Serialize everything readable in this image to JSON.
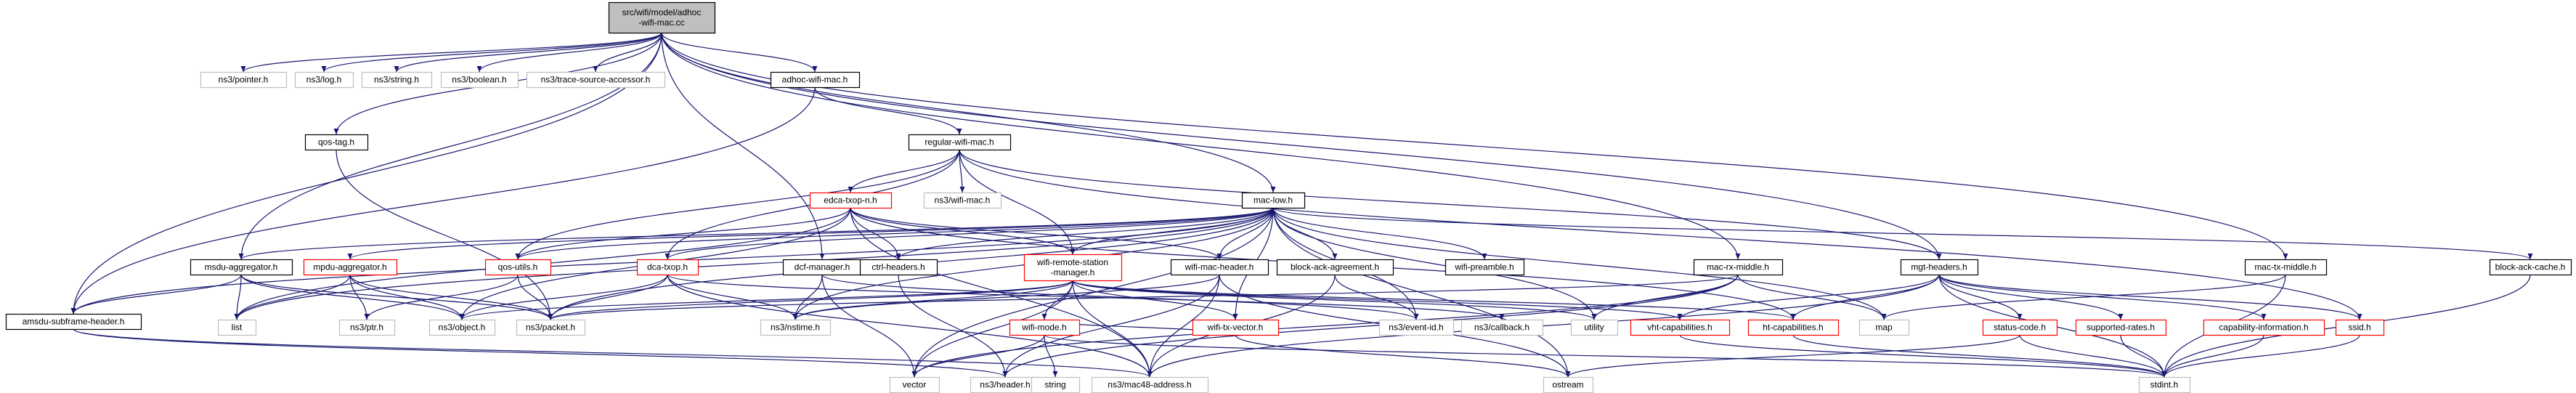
{
  "colors": {
    "edge": "#191970",
    "root_fill": "#bfbfbf",
    "root_border": "#000000",
    "plain_border": "#bfbfbf",
    "local_border": "#000000",
    "red_border": "#ff0000",
    "node_fill": "#ffffff"
  },
  "nodes": [
    {
      "id": "root",
      "lines": [
        "src/wifi/model/adhoc",
        "-wifi-mac.cc"
      ],
      "style": "root"
    },
    {
      "id": "pointer",
      "lines": [
        "ns3/pointer.h"
      ],
      "style": "plain"
    },
    {
      "id": "log",
      "lines": [
        "ns3/log.h"
      ],
      "style": "plain"
    },
    {
      "id": "string",
      "lines": [
        "ns3/string.h"
      ],
      "style": "plain"
    },
    {
      "id": "boolean",
      "lines": [
        "ns3/boolean.h"
      ],
      "style": "plain"
    },
    {
      "id": "tsa",
      "lines": [
        "ns3/trace-source-accessor.h"
      ],
      "style": "plain"
    },
    {
      "id": "adhoc",
      "lines": [
        "adhoc-wifi-mac.h"
      ],
      "style": "local"
    },
    {
      "id": "qostag",
      "lines": [
        "qos-tag.h"
      ],
      "style": "local"
    },
    {
      "id": "regular",
      "lines": [
        "regular-wifi-mac.h"
      ],
      "style": "local"
    },
    {
      "id": "edca",
      "lines": [
        "edca-txop-n.h"
      ],
      "style": "red"
    },
    {
      "id": "wifimac",
      "lines": [
        "ns3/wifi-mac.h"
      ],
      "style": "plain"
    },
    {
      "id": "maclow",
      "lines": [
        "mac-low.h"
      ],
      "style": "local"
    },
    {
      "id": "msdu",
      "lines": [
        "msdu-aggregator.h"
      ],
      "style": "local"
    },
    {
      "id": "mpdu",
      "lines": [
        "mpdu-aggregator.h"
      ],
      "style": "red"
    },
    {
      "id": "qosutils",
      "lines": [
        "qos-utils.h"
      ],
      "style": "red"
    },
    {
      "id": "dcatxop",
      "lines": [
        "dca-txop.h"
      ],
      "style": "red"
    },
    {
      "id": "dcf",
      "lines": [
        "dcf-manager.h"
      ],
      "style": "local"
    },
    {
      "id": "ctrl",
      "lines": [
        "ctrl-headers.h"
      ],
      "style": "local"
    },
    {
      "id": "wrsm",
      "lines": [
        "wifi-remote-station",
        "-manager.h"
      ],
      "style": "red"
    },
    {
      "id": "wmh",
      "lines": [
        "wifi-mac-header.h"
      ],
      "style": "local"
    },
    {
      "id": "baa",
      "lines": [
        "block-ack-agreement.h"
      ],
      "style": "local"
    },
    {
      "id": "preamble",
      "lines": [
        "wifi-preamble.h"
      ],
      "style": "local"
    },
    {
      "id": "rxmiddle",
      "lines": [
        "mac-rx-middle.h"
      ],
      "style": "local"
    },
    {
      "id": "mgt",
      "lines": [
        "mgt-headers.h"
      ],
      "style": "local"
    },
    {
      "id": "txmiddle",
      "lines": [
        "mac-tx-middle.h"
      ],
      "style": "local"
    },
    {
      "id": "bacache",
      "lines": [
        "block-ack-cache.h"
      ],
      "style": "local"
    },
    {
      "id": "amsdu",
      "lines": [
        "amsdu-subframe-header.h"
      ],
      "style": "local"
    },
    {
      "id": "list",
      "lines": [
        "list"
      ],
      "style": "plain"
    },
    {
      "id": "ptr",
      "lines": [
        "ns3/ptr.h"
      ],
      "style": "plain"
    },
    {
      "id": "object",
      "lines": [
        "ns3/object.h"
      ],
      "style": "plain"
    },
    {
      "id": "packet",
      "lines": [
        "ns3/packet.h"
      ],
      "style": "plain"
    },
    {
      "id": "nstime",
      "lines": [
        "ns3/nstime.h"
      ],
      "style": "plain"
    },
    {
      "id": "wifimode",
      "lines": [
        "wifi-mode.h"
      ],
      "style": "red"
    },
    {
      "id": "wtv",
      "lines": [
        "wifi-tx-vector.h"
      ],
      "style": "red"
    },
    {
      "id": "eventid",
      "lines": [
        "ns3/event-id.h"
      ],
      "style": "plain"
    },
    {
      "id": "callback",
      "lines": [
        "ns3/callback.h"
      ],
      "style": "plain"
    },
    {
      "id": "utility",
      "lines": [
        "utility"
      ],
      "style": "plain"
    },
    {
      "id": "vht",
      "lines": [
        "vht-capabilities.h"
      ],
      "style": "red"
    },
    {
      "id": "ht",
      "lines": [
        "ht-capabilities.h"
      ],
      "style": "red"
    },
    {
      "id": "map",
      "lines": [
        "map"
      ],
      "style": "plain"
    },
    {
      "id": "status",
      "lines": [
        "status-code.h"
      ],
      "style": "red"
    },
    {
      "id": "rates",
      "lines": [
        "supported-rates.h"
      ],
      "style": "red"
    },
    {
      "id": "capinfo",
      "lines": [
        "capability-information.h"
      ],
      "style": "red"
    },
    {
      "id": "ssid",
      "lines": [
        "ssid.h"
      ],
      "style": "red"
    },
    {
      "id": "vector",
      "lines": [
        "vector"
      ],
      "style": "plain"
    },
    {
      "id": "header",
      "lines": [
        "ns3/header.h"
      ],
      "style": "plain"
    },
    {
      "id": "strg",
      "lines": [
        "string"
      ],
      "style": "plain"
    },
    {
      "id": "mac48",
      "lines": [
        "ns3/mac48-address.h"
      ],
      "style": "plain"
    },
    {
      "id": "ostream",
      "lines": [
        "ostream"
      ],
      "style": "plain"
    },
    {
      "id": "stdint",
      "lines": [
        "stdint.h"
      ],
      "style": "plain"
    }
  ],
  "edges": [
    [
      "root",
      "pointer"
    ],
    [
      "root",
      "log"
    ],
    [
      "root",
      "string"
    ],
    [
      "root",
      "boolean"
    ],
    [
      "root",
      "tsa"
    ],
    [
      "root",
      "adhoc"
    ],
    [
      "root",
      "qostag"
    ],
    [
      "root",
      "msdu"
    ],
    [
      "root",
      "dcf"
    ],
    [
      "root",
      "maclow"
    ],
    [
      "root",
      "mgt"
    ],
    [
      "root",
      "txmiddle"
    ],
    [
      "root",
      "amsdu"
    ],
    [
      "root",
      "rxmiddle"
    ],
    [
      "adhoc",
      "regular"
    ],
    [
      "adhoc",
      "amsdu"
    ],
    [
      "qostag",
      "packet"
    ],
    [
      "regular",
      "edca"
    ],
    [
      "regular",
      "wifimac"
    ],
    [
      "regular",
      "wrsm"
    ],
    [
      "regular",
      "qosutils"
    ],
    [
      "regular",
      "mgt"
    ],
    [
      "regular",
      "ssid"
    ],
    [
      "regular",
      "dcatxop"
    ],
    [
      "edca",
      "ctrl"
    ],
    [
      "edca",
      "wmh"
    ],
    [
      "edca",
      "qosutils"
    ],
    [
      "edca",
      "object"
    ],
    [
      "edca",
      "list"
    ],
    [
      "edca",
      "mac48"
    ],
    [
      "edca",
      "wrsm"
    ],
    [
      "edca",
      "ht"
    ],
    [
      "maclow",
      "msdu"
    ],
    [
      "maclow",
      "mpdu"
    ],
    [
      "maclow",
      "qosutils"
    ],
    [
      "maclow",
      "ctrl"
    ],
    [
      "maclow",
      "wrsm"
    ],
    [
      "maclow",
      "wmh"
    ],
    [
      "maclow",
      "baa"
    ],
    [
      "maclow",
      "preamble"
    ],
    [
      "maclow",
      "bacache"
    ],
    [
      "maclow",
      "dcatxop"
    ],
    [
      "maclow",
      "eventid"
    ],
    [
      "maclow",
      "map"
    ],
    [
      "maclow",
      "nstime"
    ],
    [
      "maclow",
      "packet"
    ],
    [
      "maclow",
      "vector"
    ],
    [
      "maclow",
      "wtv"
    ],
    [
      "maclow",
      "ostream"
    ],
    [
      "maclow",
      "list"
    ],
    [
      "maclow",
      "utility"
    ],
    [
      "maclow",
      "amsdu"
    ],
    [
      "msdu",
      "amsdu"
    ],
    [
      "msdu",
      "list"
    ],
    [
      "msdu",
      "packet"
    ],
    [
      "msdu",
      "object"
    ],
    [
      "mpdu",
      "list"
    ],
    [
      "mpdu",
      "ptr"
    ],
    [
      "mpdu",
      "object"
    ],
    [
      "mpdu",
      "packet"
    ],
    [
      "qosutils",
      "ptr"
    ],
    [
      "qosutils",
      "packet"
    ],
    [
      "dcatxop",
      "object"
    ],
    [
      "dcatxop",
      "packet"
    ],
    [
      "dcatxop",
      "nstime"
    ],
    [
      "dcatxop",
      "callback"
    ],
    [
      "dcatxop",
      "mac48"
    ],
    [
      "dcf",
      "vector"
    ],
    [
      "dcf",
      "nstime"
    ],
    [
      "dcf",
      "eventid"
    ],
    [
      "ctrl",
      "header"
    ],
    [
      "wrsm",
      "vector"
    ],
    [
      "wrsm",
      "nstime"
    ],
    [
      "wrsm",
      "wifimode"
    ],
    [
      "wrsm",
      "wtv"
    ],
    [
      "wrsm",
      "mac48"
    ],
    [
      "wrsm",
      "object"
    ],
    [
      "wrsm",
      "packet"
    ],
    [
      "wrsm",
      "vht"
    ],
    [
      "wrsm",
      "ht"
    ],
    [
      "wrsm",
      "utility"
    ],
    [
      "wmh",
      "header"
    ],
    [
      "wmh",
      "mac48"
    ],
    [
      "wmh",
      "nstime"
    ],
    [
      "wmh",
      "ostream"
    ],
    [
      "baa",
      "mac48"
    ],
    [
      "baa",
      "eventid"
    ],
    [
      "rxmiddle",
      "map"
    ],
    [
      "rxmiddle",
      "utility"
    ],
    [
      "rxmiddle",
      "vector"
    ],
    [
      "rxmiddle",
      "packet"
    ],
    [
      "rxmiddle",
      "header"
    ],
    [
      "mgt",
      "vht"
    ],
    [
      "mgt",
      "ht"
    ],
    [
      "mgt",
      "status"
    ],
    [
      "mgt",
      "rates"
    ],
    [
      "mgt",
      "capinfo"
    ],
    [
      "mgt",
      "ssid"
    ],
    [
      "mgt",
      "mac48"
    ],
    [
      "mgt",
      "stdint"
    ],
    [
      "txmiddle",
      "map"
    ],
    [
      "txmiddle",
      "stdint"
    ],
    [
      "bacache",
      "stdint"
    ],
    [
      "amsdu",
      "header"
    ],
    [
      "amsdu",
      "mac48"
    ],
    [
      "wifimode",
      "vector"
    ],
    [
      "wifimode",
      "strg"
    ],
    [
      "wifimode",
      "stdint"
    ],
    [
      "wtv",
      "wifimode"
    ],
    [
      "wtv",
      "ostream"
    ],
    [
      "vht",
      "stdint"
    ],
    [
      "ht",
      "stdint"
    ],
    [
      "status",
      "ostream"
    ],
    [
      "status",
      "stdint"
    ],
    [
      "rates",
      "stdint"
    ],
    [
      "capinfo",
      "stdint"
    ],
    [
      "ssid",
      "stdint"
    ]
  ]
}
